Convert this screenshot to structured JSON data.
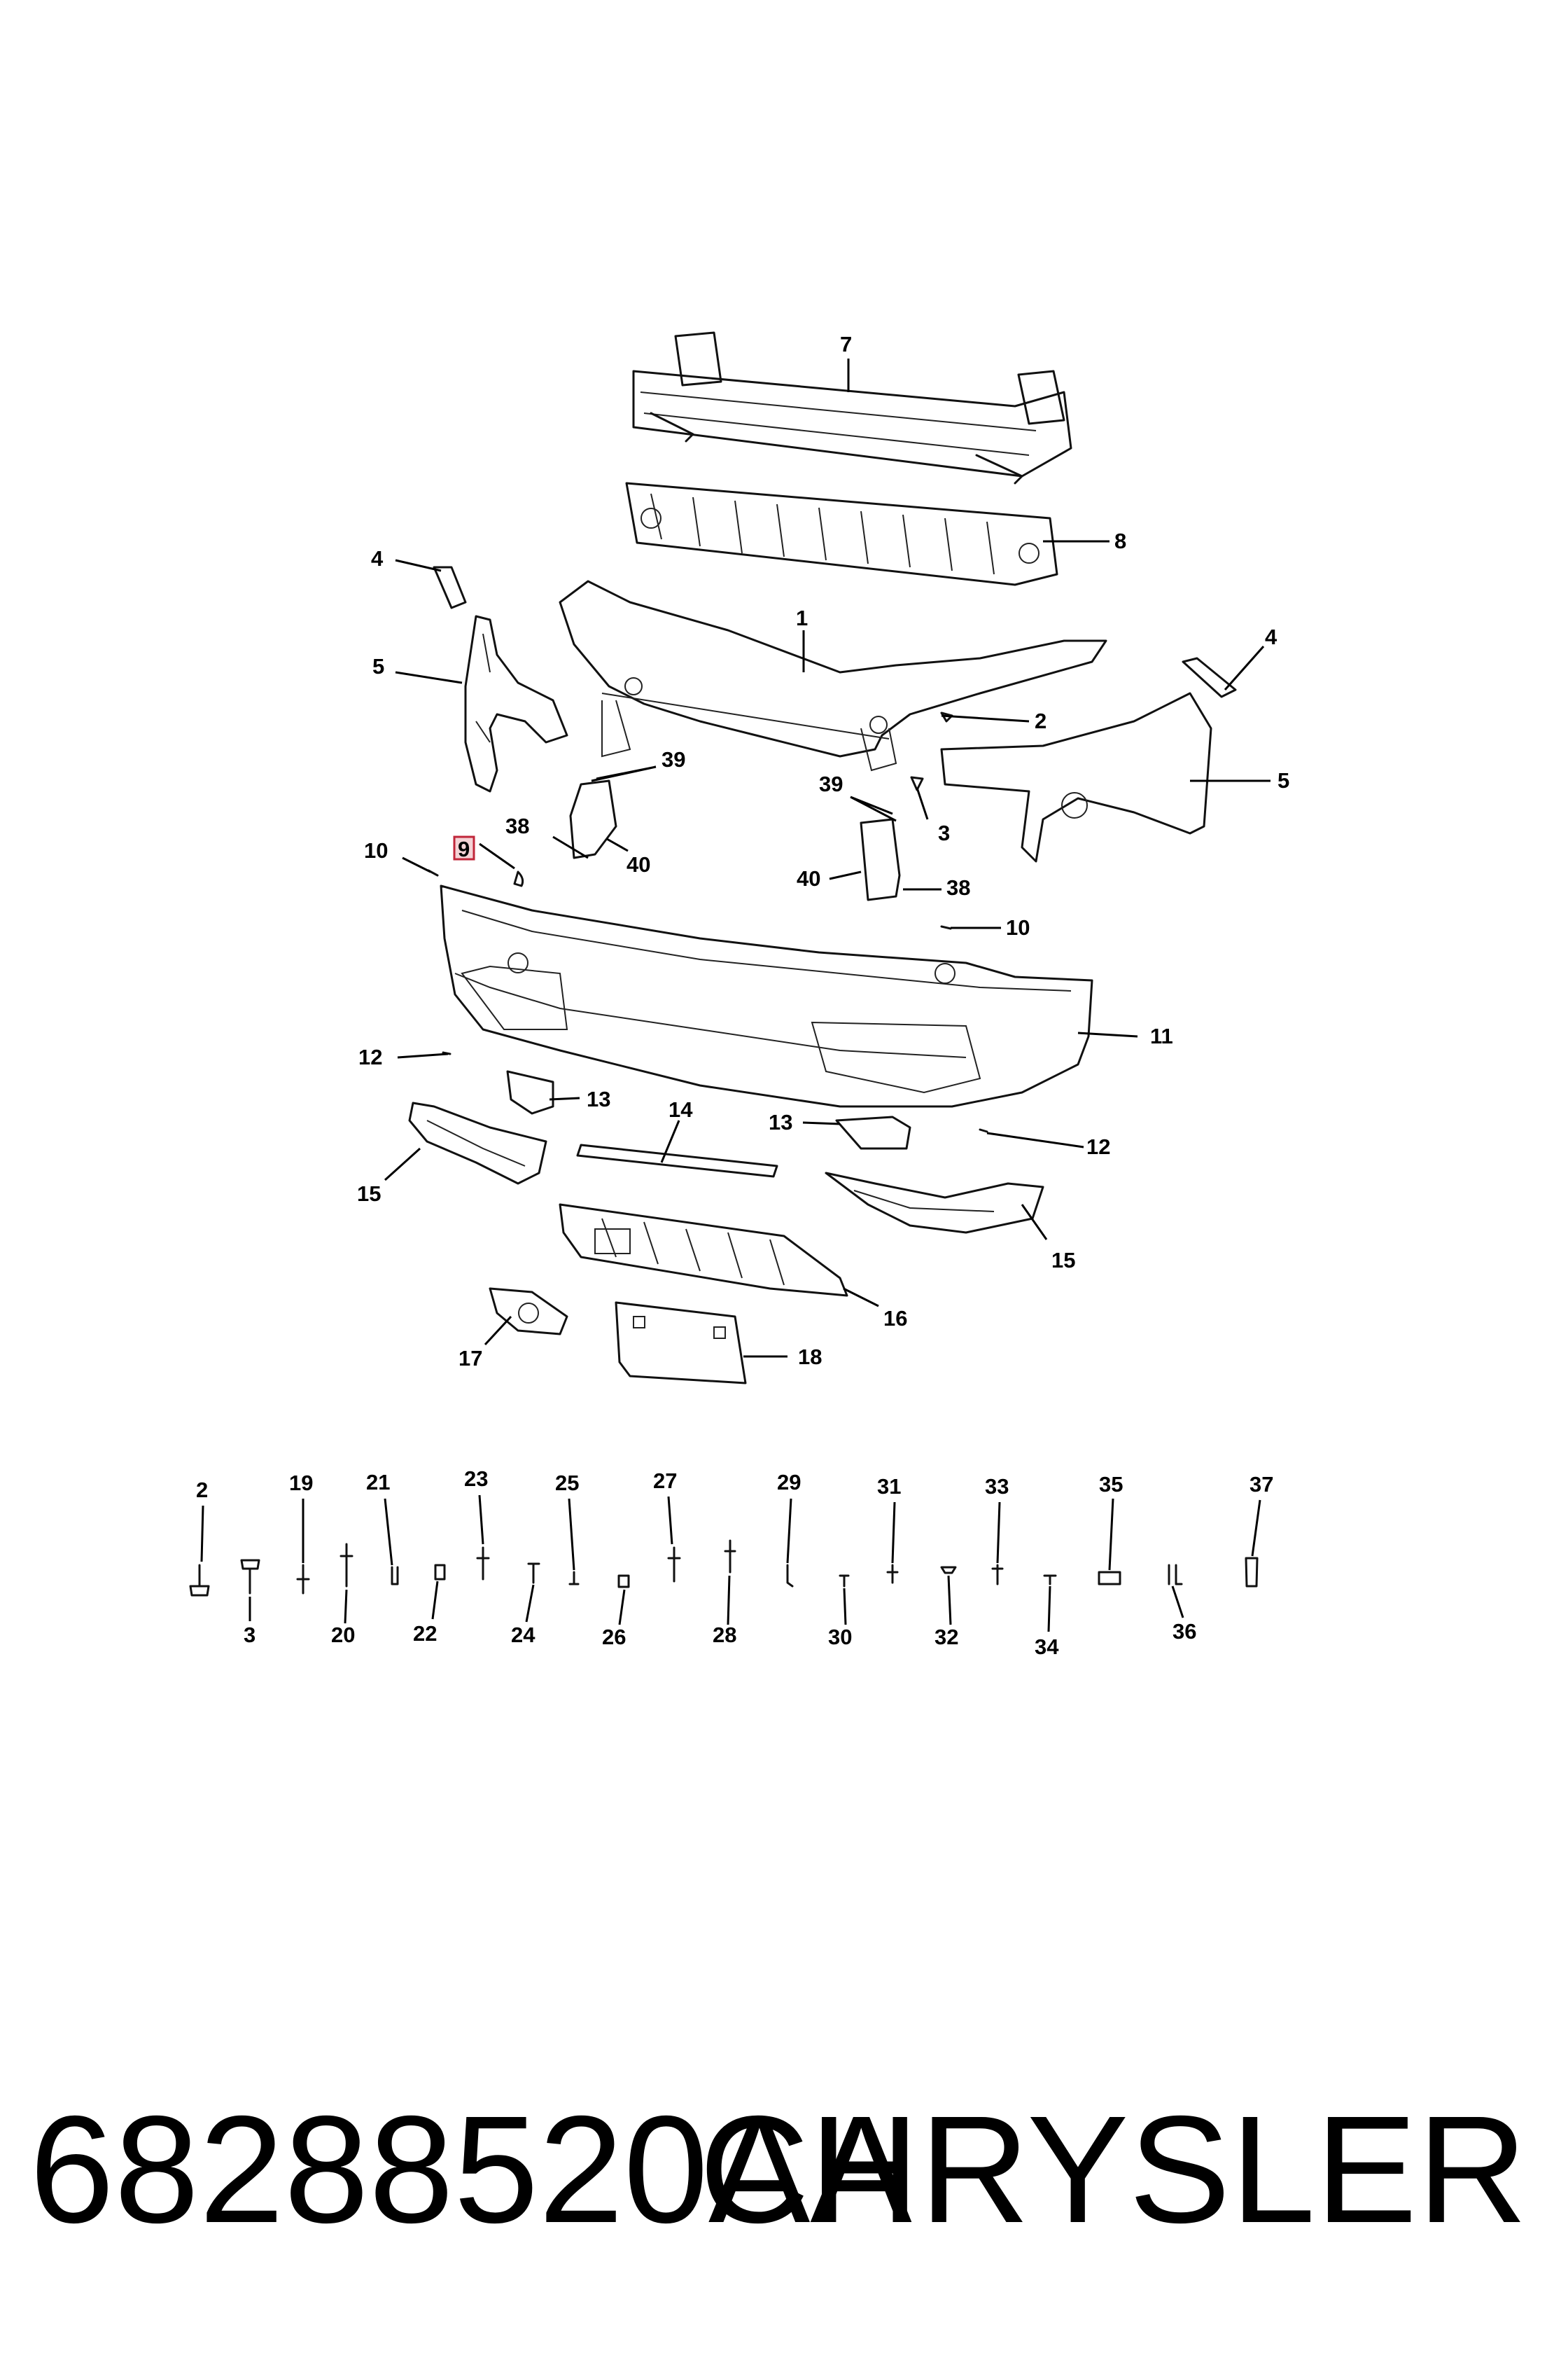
{
  "callouts": {
    "c7": "7",
    "c8": "8",
    "c4a": "4",
    "c1": "1",
    "c4b": "4",
    "c5a": "5",
    "c2a": "2",
    "c5b": "5",
    "c39a": "39",
    "c39b": "39",
    "c3a": "3",
    "c38a": "38",
    "c9": "9",
    "c10a": "10",
    "c40a": "40",
    "c40b": "40",
    "c38b": "38",
    "c10b": "10",
    "c11": "11",
    "c12a": "12",
    "c13a": "13",
    "c14": "14",
    "c13b": "13",
    "c12b": "12",
    "c15a": "15",
    "c15b": "15",
    "c16": "16",
    "c17": "17",
    "c18": "18"
  },
  "fastener_labels": {
    "f2": "2",
    "f19": "19",
    "f21": "21",
    "f23": "23",
    "f25": "25",
    "f27": "27",
    "f29": "29",
    "f31": "31",
    "f33": "33",
    "f35": "35",
    "f37": "37",
    "f3": "3",
    "f20": "20",
    "f22": "22",
    "f24": "24",
    "f26": "26",
    "f28": "28",
    "f30": "30",
    "f32": "32",
    "f34": "34",
    "f36": "36"
  },
  "highlighted_callout": "9",
  "highlight_color": "#c0263a",
  "caption": {
    "part_number": "68288520AA",
    "brand": "CHRYSLER"
  }
}
